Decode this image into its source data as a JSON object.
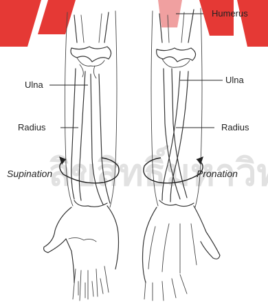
{
  "labels": {
    "humerus": "Humerus",
    "ulna_left": "Ulna",
    "ulna_right": "Ulna",
    "radius_left": "Radius",
    "radius_right": "Radius",
    "supination": "Supination",
    "pronation": "Pronation"
  },
  "watermark": {
    "text": "ลิขสิทธิ์มหาวิทยาลัยเชียงใหม่",
    "logo_color": "#e53935"
  },
  "colors": {
    "line": "#333333",
    "watermark_red": "#e53935",
    "watermark_gray": "#d8d8d8"
  }
}
